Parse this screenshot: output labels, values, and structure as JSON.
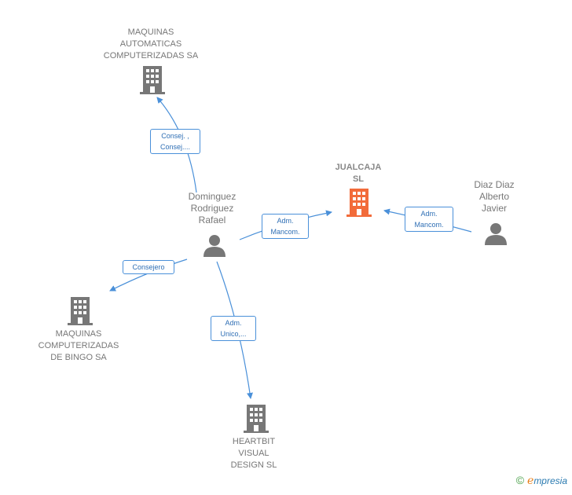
{
  "nodes": {
    "maquinas_auto": {
      "label": "MAQUINAS\nAUTOMATICAS\nCOMPUTERIZADAS SA",
      "type": "company"
    },
    "jualcaja": {
      "label": "JUALCAJA\nSL",
      "type": "company-focus"
    },
    "dominguez": {
      "label": "Dominguez\nRodriguez\nRafael",
      "type": "person"
    },
    "diaz": {
      "label": "Diaz Diaz\nAlberto\nJavier",
      "type": "person"
    },
    "maquinas_bingo": {
      "label": "MAQUINAS\nCOMPUTERIZADAS\nDE BINGO SA",
      "type": "company"
    },
    "heartbit": {
      "label": "HEARTBIT\nVISUAL\nDESIGN  SL",
      "type": "company"
    }
  },
  "edges": {
    "to_maquinas_auto": "Consej. ,\nConsej....",
    "dominguez_to_jualcaja": "Adm.\nMancom.",
    "diaz_to_jualcaja": "Adm.\nMancom.",
    "to_maquinas_bingo": "Consejero",
    "to_heartbit": "Adm.\nUnico,..."
  },
  "colors": {
    "company_icon": "#777777",
    "focus_icon": "#f26b3a",
    "person_icon": "#777777",
    "edge": "#4a90d9"
  },
  "footer": {
    "copyright": "©",
    "brand_e": "e",
    "brand_rest": "mpresia"
  }
}
